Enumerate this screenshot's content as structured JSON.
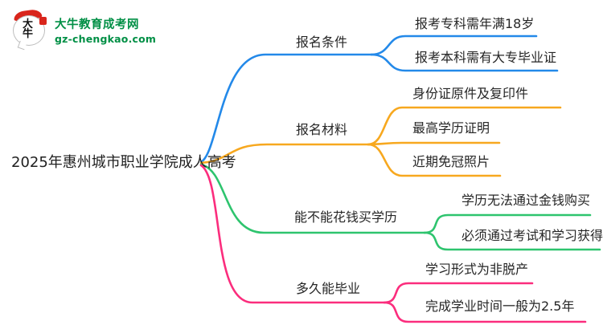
{
  "brand": {
    "icon_chars": "大牛",
    "site_name": "大牛教育成考网",
    "site_domain": "gz-chengkao.com",
    "green": "#008f45",
    "red": "#d9251c"
  },
  "mindmap": {
    "root": {
      "label": "2025年惠州城市职业学院成人高考",
      "color": "#1f1f1f"
    },
    "branches": [
      {
        "label": "报名条件",
        "color": "#2389e9",
        "children": [
          "报考专科需年满18岁",
          "报考本科需有大专毕业证"
        ]
      },
      {
        "label": "报名材料",
        "color": "#f7a81f",
        "children": [
          "身份证原件及复印件",
          "最高学历证明",
          "近期免冠照片"
        ]
      },
      {
        "label": "能不能花钱买学历",
        "color": "#2ec46e",
        "children": [
          "学历无法通过金钱购买",
          "必须通过考试和学习获得"
        ]
      },
      {
        "label": "多久能毕业",
        "color": "#fb2d7d",
        "children": [
          "学习形式为非脱产",
          "完成学业时间一般为2.5年"
        ]
      }
    ]
  }
}
